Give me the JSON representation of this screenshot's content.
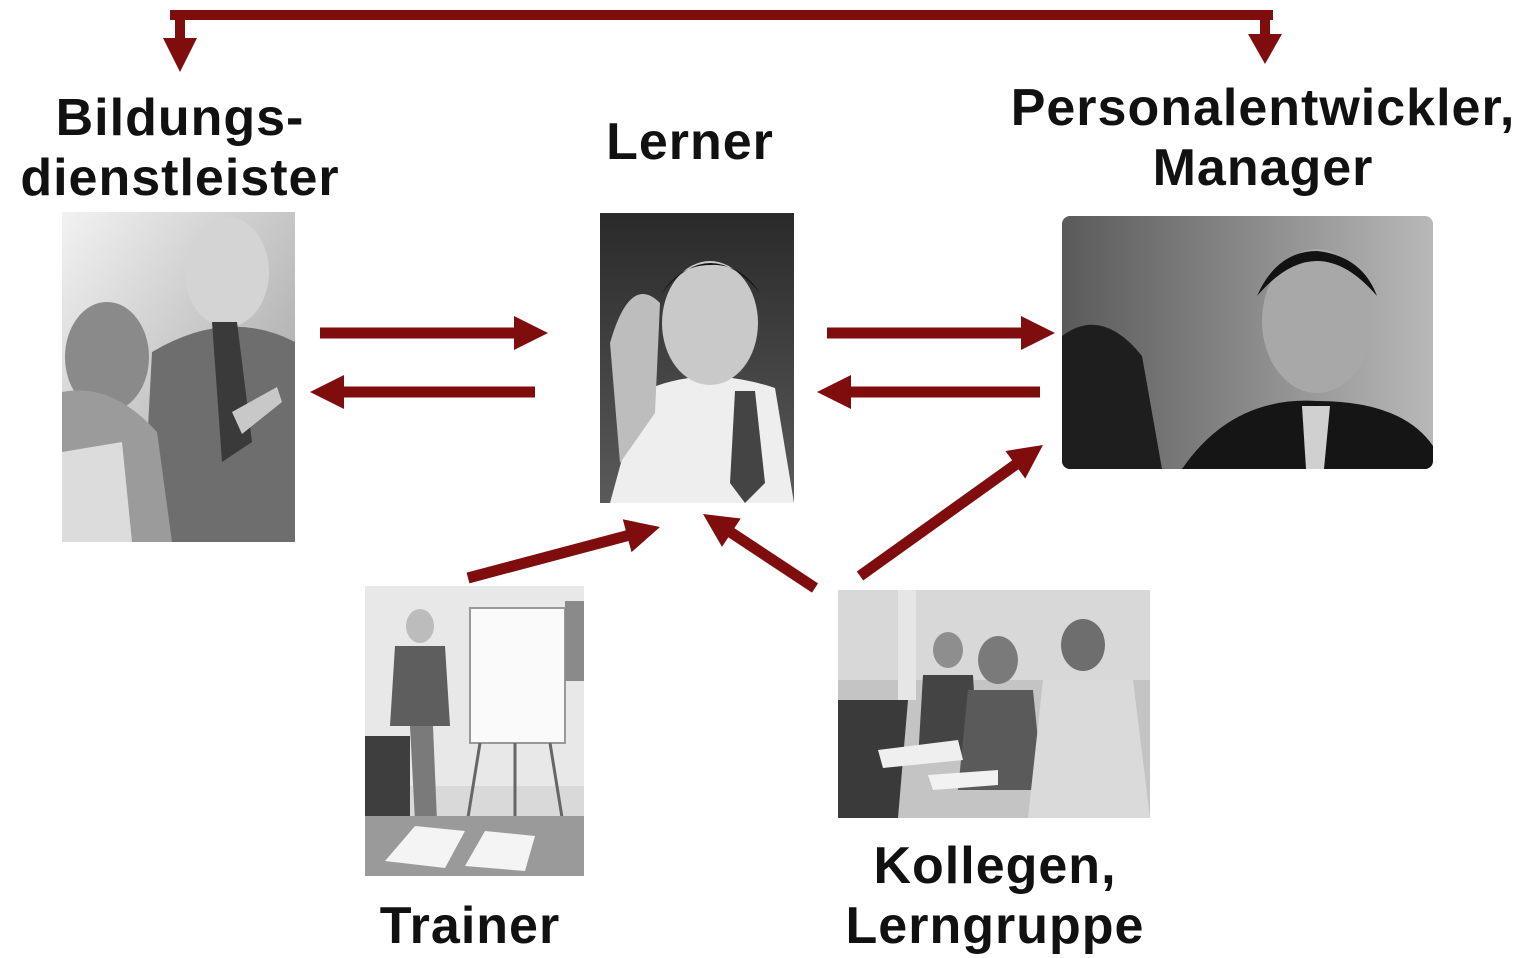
{
  "colors": {
    "arrow": "#7f0d0e",
    "text": "#111111",
    "photo_tone": "grayscale"
  },
  "nodes": {
    "bildungsdienstleister": {
      "line1": "Bildungs-",
      "line2": "dienstleister",
      "photo_icon": "business-people-photo"
    },
    "lerner": {
      "line1": "Lerner",
      "photo_icon": "thinking-man-photo"
    },
    "personalentwickler": {
      "line1": "Personalentwickler,",
      "line2": "Manager",
      "photo_icon": "smiling-manager-photo"
    },
    "trainer": {
      "line1": "Trainer",
      "photo_icon": "trainer-flipchart-photo"
    },
    "kollegen": {
      "line1": "Kollegen,",
      "line2": "Lerngruppe",
      "photo_icon": "seated-group-photo"
    }
  },
  "connections": [
    {
      "from": "bildungsdienstleister",
      "to": "personalentwickler",
      "style": "bidirectional-bracket"
    },
    {
      "from": "bildungsdienstleister",
      "to": "lerner"
    },
    {
      "from": "lerner",
      "to": "bildungsdienstleister"
    },
    {
      "from": "lerner",
      "to": "personalentwickler"
    },
    {
      "from": "personalentwickler",
      "to": "lerner"
    },
    {
      "from": "trainer",
      "to": "lerner"
    },
    {
      "from": "kollegen",
      "to": "lerner"
    },
    {
      "from": "kollegen",
      "to": "personalentwickler"
    }
  ]
}
